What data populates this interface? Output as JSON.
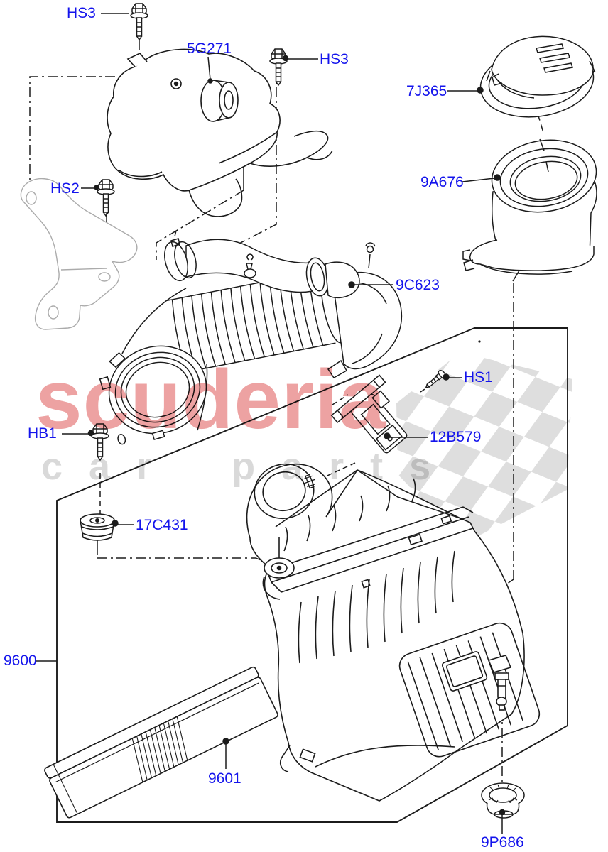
{
  "page": {
    "background": "#ffffff"
  },
  "watermark": {
    "brand": "scuderia",
    "subtitle": "car parts",
    "brand_color": "#eda2a2",
    "subtitle_color": "#d9d9d9",
    "flag_color": "#dedede"
  },
  "diagram": {
    "label_color": "#1414ec",
    "line_color": "#1b1b1b",
    "labels": [
      {
        "id": "hs3-top",
        "text": "HS3"
      },
      {
        "id": "5g271",
        "text": "5G271"
      },
      {
        "id": "hs3-right",
        "text": "HS3"
      },
      {
        "id": "7j365",
        "text": "7J365"
      },
      {
        "id": "9a676",
        "text": "9A676"
      },
      {
        "id": "hs2",
        "text": "HS2"
      },
      {
        "id": "9c623",
        "text": "9C623"
      },
      {
        "id": "hs1",
        "text": "HS1"
      },
      {
        "id": "12b579",
        "text": "12B579"
      },
      {
        "id": "hb1",
        "text": "HB1"
      },
      {
        "id": "17c431",
        "text": "17C431"
      },
      {
        "id": "9600",
        "text": "9600"
      },
      {
        "id": "9601",
        "text": "9601"
      },
      {
        "id": "9p686",
        "text": "9P686"
      }
    ]
  }
}
